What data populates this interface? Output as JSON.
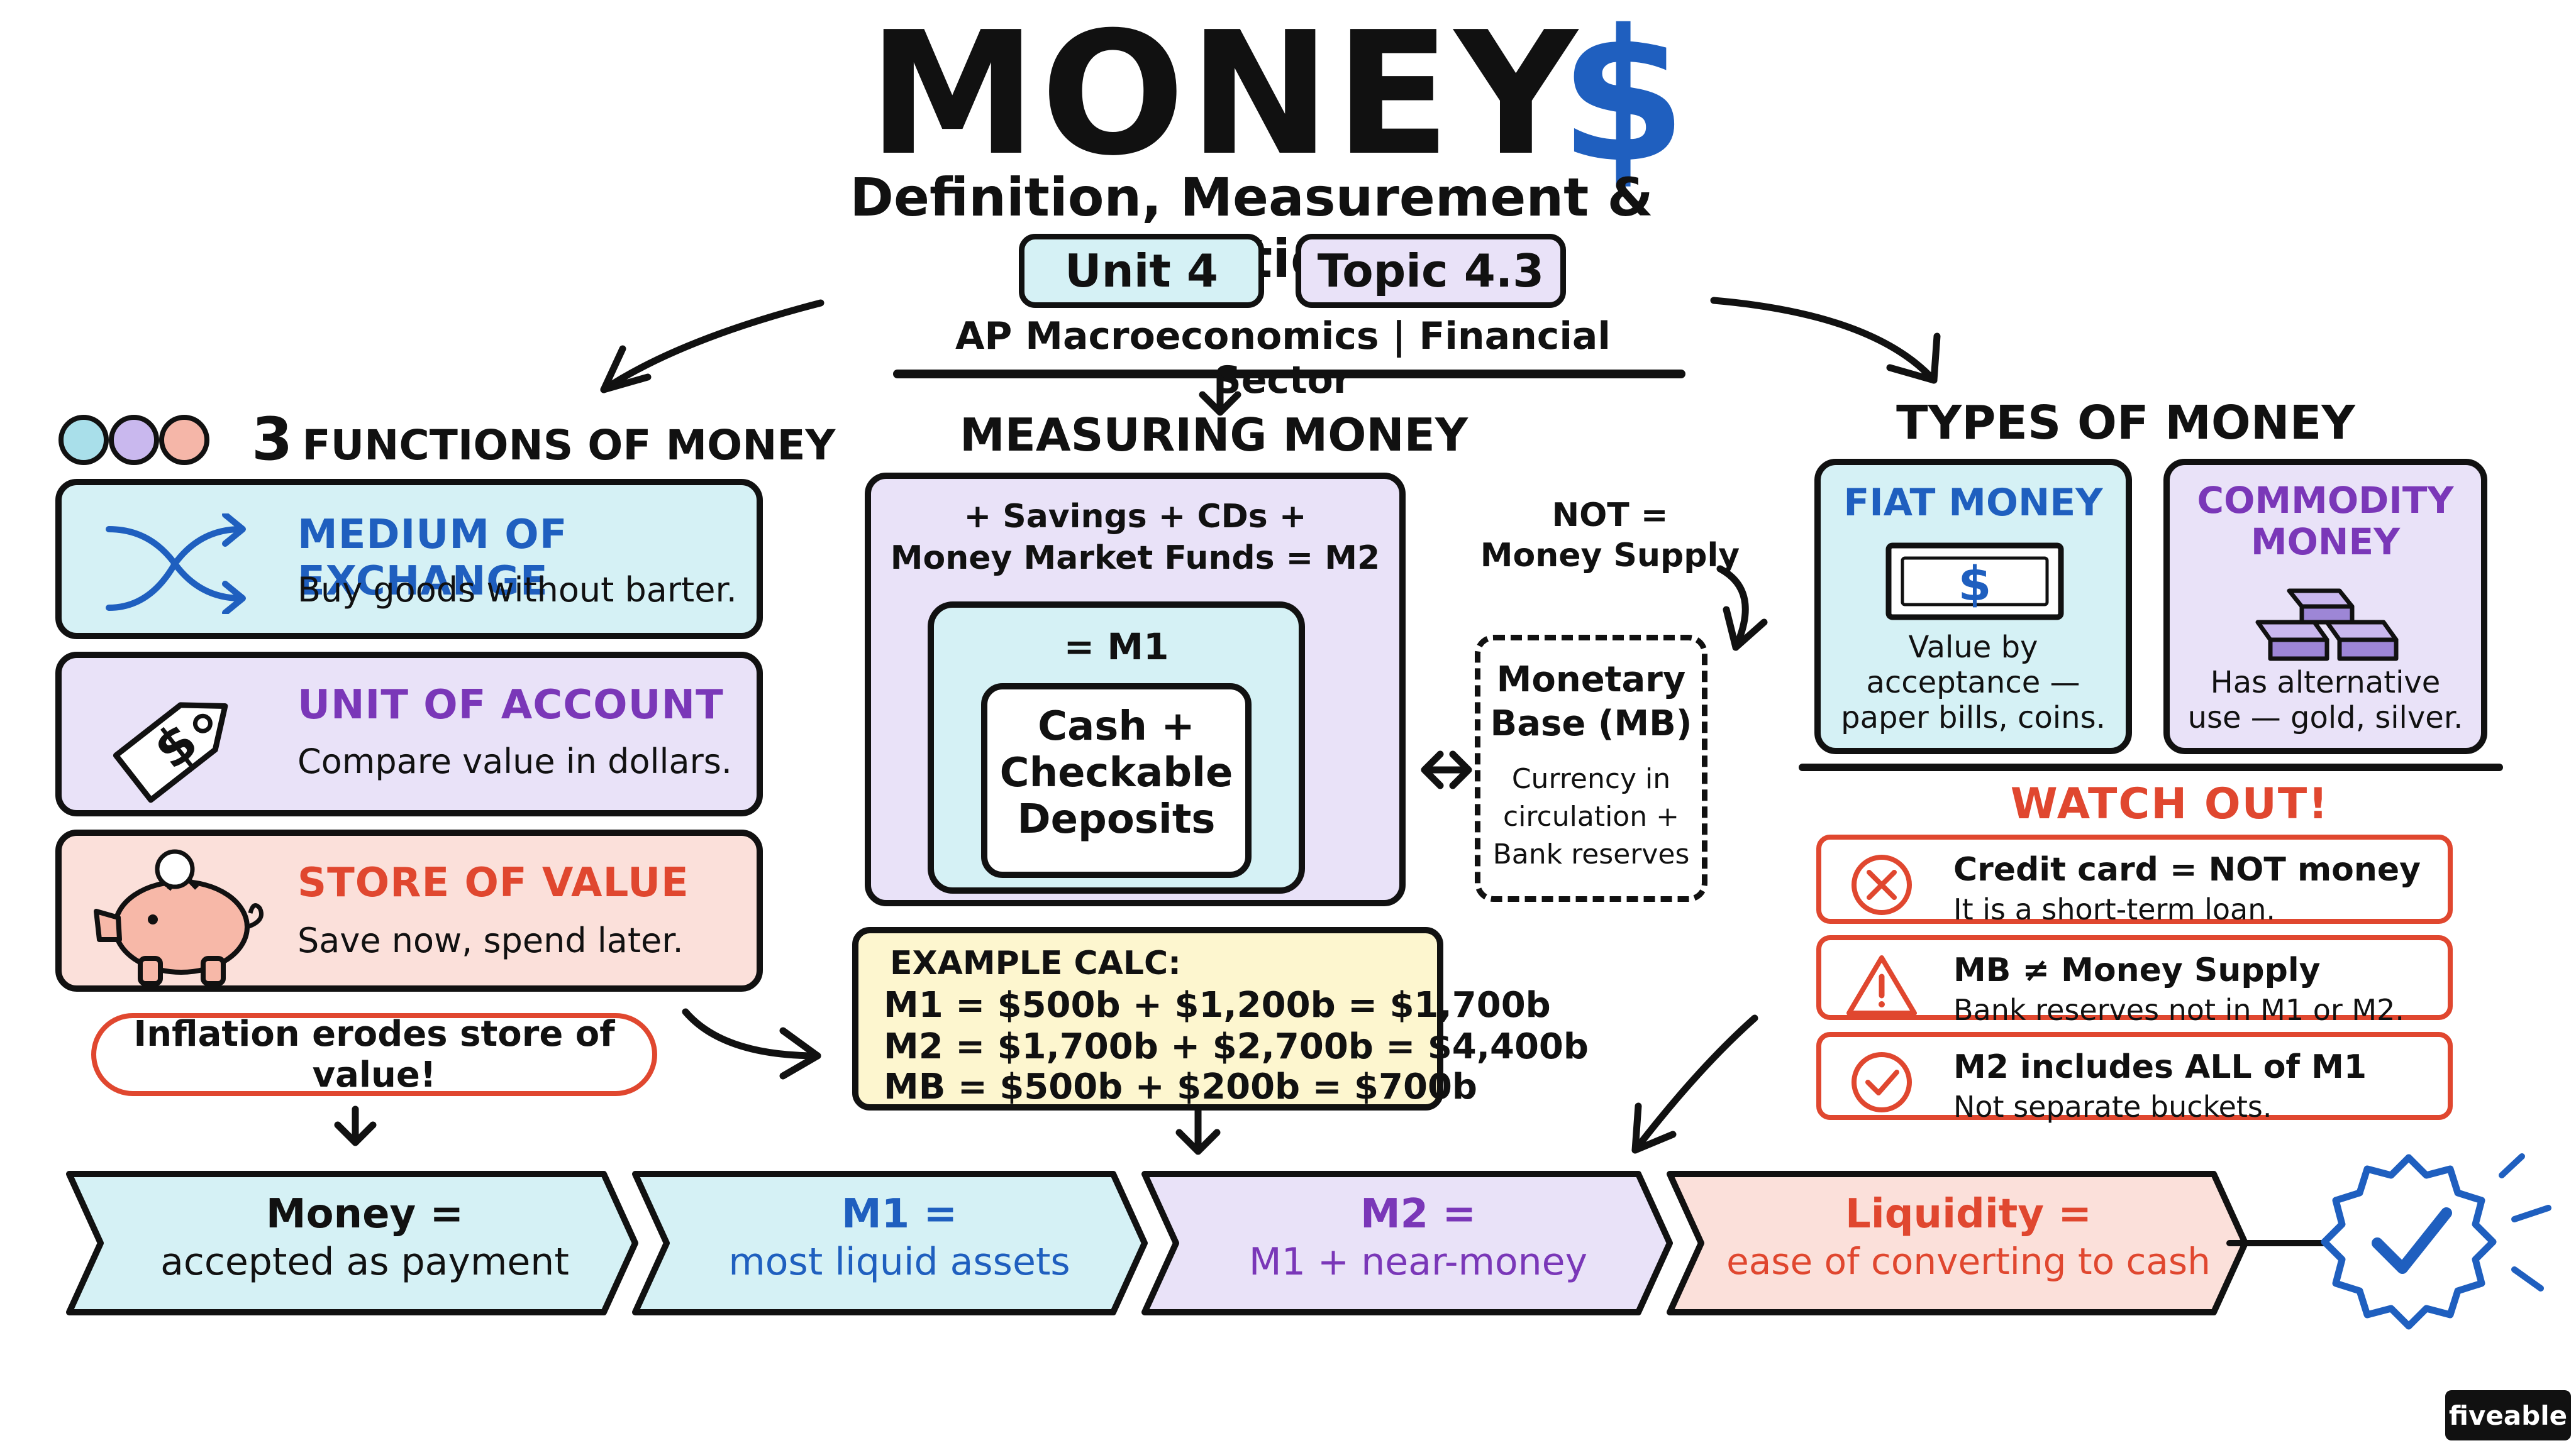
{
  "header": {
    "title": "MONEY",
    "dollar_symbol": "$",
    "subtitle": "Definition, Measurement & Functions",
    "unit_badge": "Unit 4",
    "topic_badge": "Topic 4.3",
    "course_line": "AP Macroeconomics | Financial Sector"
  },
  "functions": {
    "heading_number": "3",
    "heading_text": "FUNCTIONS OF MONEY",
    "items": [
      {
        "title": "MEDIUM OF EXCHANGE",
        "desc": "Buy goods without barter."
      },
      {
        "title": "UNIT OF ACCOUNT",
        "desc": "Compare value in dollars."
      },
      {
        "title": "STORE OF VALUE",
        "desc": "Save now, spend later."
      }
    ],
    "warning": "Inflation erodes store of value!",
    "tag_symbol": "$"
  },
  "measuring": {
    "heading": "MEASURING MONEY",
    "m2_line1": "+ Savings + CDs +",
    "m2_line2": "Money Market Funds = M2",
    "m1_label": "= M1",
    "core_line1": "Cash +",
    "core_line2": "Checkable",
    "core_line3": "Deposits",
    "not_line1": "NOT =",
    "not_line2": "Money Supply",
    "mb_title1": "Monetary",
    "mb_title2": "Base (MB)",
    "mb_desc1": "Currency in",
    "mb_desc2": "circulation +",
    "mb_desc3": "Bank reserves",
    "calc_title": "EXAMPLE CALC:",
    "calc_lines": [
      "M1 = $500b + $1,200b = $1,700b",
      "M2 = $1,700b + $2,700b = $4,400b",
      "MB = $500b + $200b = $700b"
    ]
  },
  "types": {
    "heading": "TYPES OF MONEY",
    "fiat_title": "FIAT MONEY",
    "fiat_bill_symbol": "$",
    "fiat_desc1": "Value by",
    "fiat_desc2": "acceptance —",
    "fiat_desc3": "paper bills, coins.",
    "commodity_title1": "COMMODITY",
    "commodity_title2": "MONEY",
    "commodity_desc1": "Has alternative",
    "commodity_desc2": "use — gold, silver."
  },
  "watch_out": {
    "heading": "WATCH OUT!",
    "items": [
      {
        "line1": "Credit card = NOT money",
        "line2": "It is a short-term loan."
      },
      {
        "line1": "MB ≠ Money Supply",
        "line2": "Bank reserves not in M1 or M2."
      },
      {
        "line1": "M2 includes ALL of M1",
        "line2": "Not separate buckets."
      }
    ]
  },
  "banner": [
    {
      "line1": "Money =",
      "line2": "accepted as payment"
    },
    {
      "line1": "M1 =",
      "line2": "most liquid assets"
    },
    {
      "line1": "M2 =",
      "line2": "M1 + near-money"
    },
    {
      "line1": "Liquidity =",
      "line2": "ease of converting to cash"
    }
  ],
  "brand": "fiveable",
  "colors": {
    "blue_fill": "#d5f1f5",
    "purple_fill": "#e9e2f8",
    "pink_fill": "#fbe0da",
    "yellow_fill": "#fdf6cf",
    "blue_text": "#1f5fbf",
    "purple_text": "#7a37b8",
    "red_text": "#e0472f"
  }
}
